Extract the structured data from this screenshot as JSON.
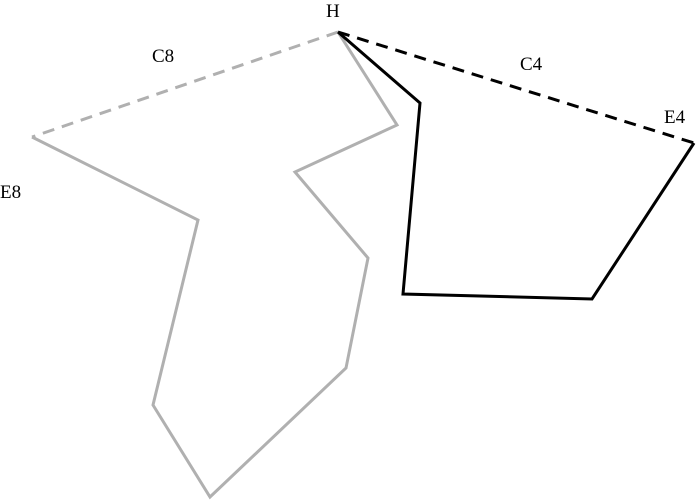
{
  "labels": {
    "h": "H",
    "c8": "C8",
    "c4": "C4",
    "e4": "E4",
    "e8": "E8"
  },
  "colors": {
    "gray_shape": "#b0b0b0",
    "black_shape": "#000000"
  }
}
